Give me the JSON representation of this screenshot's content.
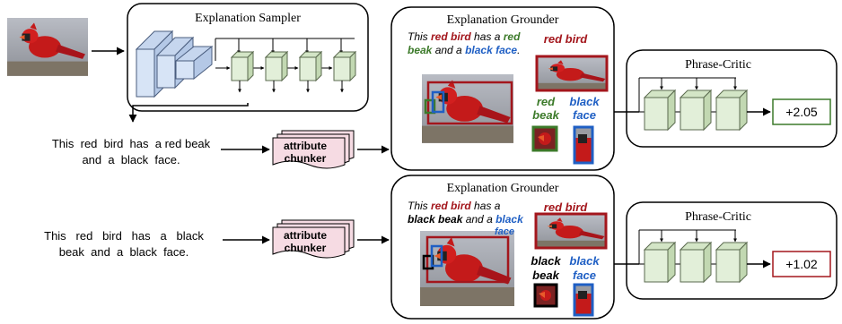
{
  "sampler": {
    "title": "Explanation Sampler"
  },
  "grounder_top": {
    "title": "Explanation Grounder",
    "caption": {
      "line1": [
        "This ",
        "red bird",
        " has a ",
        "red"
      ],
      "line2": [
        "beak",
        " and a ",
        "black face",
        "."
      ]
    },
    "labels": {
      "red_bird": "red bird",
      "red_beak": [
        "red",
        "beak"
      ],
      "black_face": [
        "black",
        "face"
      ]
    }
  },
  "grounder_bottom": {
    "title": "Explanation Grounder",
    "caption": {
      "line1": [
        "This ",
        "red bird",
        " has a"
      ],
      "line2": [
        "black beak",
        " and a ",
        "black"
      ],
      "line3": "face"
    },
    "labels": {
      "red_bird": "red bird",
      "black_beak": [
        "black",
        "beak"
      ],
      "black_face": [
        "black",
        "face"
      ]
    }
  },
  "critic_top": {
    "title": "Phrase-Critic",
    "score": "+2.05"
  },
  "critic_bottom": {
    "title": "Phrase-Critic",
    "score": "+1.02"
  },
  "sentence_top": [
    "This  red  bird  has  a red beak",
    "and  a  black  face."
  ],
  "sentence_bottom": [
    "This   red   bird   has   a   black",
    "beak  and  a  black  face."
  ],
  "chunker_top": [
    "attribute",
    "chunker"
  ],
  "chunker_bottom": [
    "attribute",
    "chunker"
  ],
  "colors": {
    "red": "#a3161c",
    "green": "#3c7a2a",
    "blue": "#1f5fc4",
    "cnn_blue": "#d7e4f6",
    "cnn_green": "#e2efd9",
    "chunker_pink": "#f6dbe3"
  }
}
